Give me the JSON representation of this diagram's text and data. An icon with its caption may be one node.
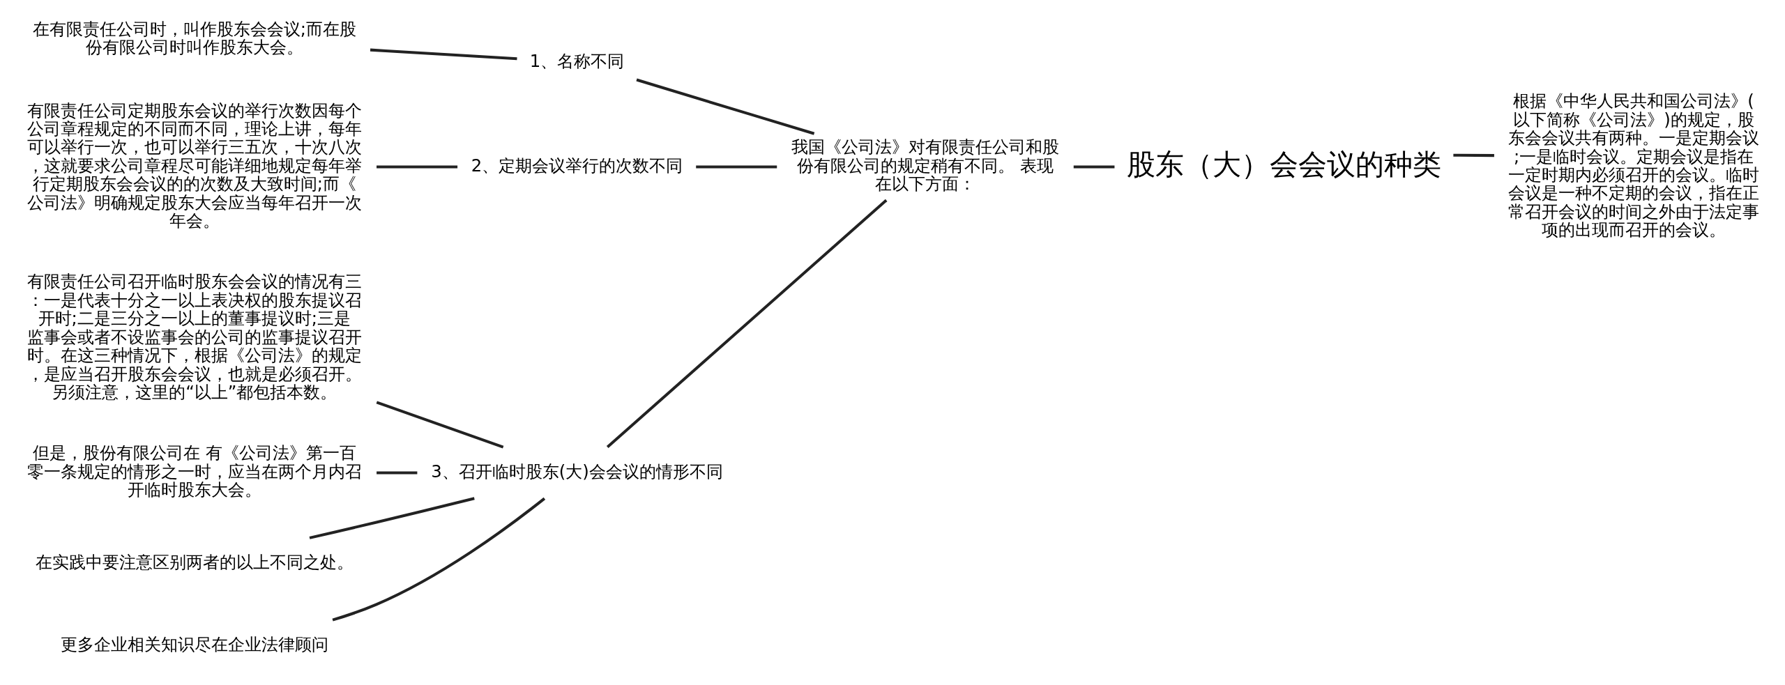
{
  "diagram": {
    "nodes": [
      {
        "text": [
          "股东（大）会会议的种类"
        ]
      },
      {
        "text": [
          "根据《中华人民共和国公司法》(以下简称《公司法》)的规定，股东会会议共有两种。一是定期会议;一是临时会议。定期会议是指在一定时期内必须召开的会议。临时会议是一种不定期的会议，指在正常召开会议的时间之外由于法定事项的出现而召开的会议。"
        ]
      },
      {
        "text": [
          "我国《公司法》对有限责任公司和股份有限公司的规定稍有不同。 表现在以下方面："
        ]
      },
      {
        "text": [
          "1、名称不同"
        ]
      },
      {
        "text": [
          "2、定期会议举行的次数不同"
        ]
      },
      {
        "text": [
          "3、召开临时股东(大)会会议的情形不同"
        ]
      },
      {
        "text": [
          "在有限责任公司时，叫作股东会会议;而在股份有限公司时叫作股东大会。"
        ]
      },
      {
        "text": [
          "有限责任公司定期股东会议的举行次数因每个公司章程规定的不同而不同，理论上讲，每年可以举行一次，也可以举行三五次，十次八次，这就要求公司章程尽可能详细地规定每年举行定期股东会会议的的次数及大致时间;而《公司法》明确规定股东大会应当每年召开一次年会。"
        ]
      },
      {
        "text": [
          "有限责任公司召开临时股东会会议的情况有三：一是代表十分之一以上表决权的股东提议召开时;二是三分之一以上的董事提议时;三是监事会或者不设监事会的公司的监事提议召开时。在这三种情况下，根据《公司法》的规定，是应当召开股东会会议，也就是必须召开。另须注意，这里的“以上”都包括本数。"
        ]
      },
      {
        "text": [
          "但是，股份有限公司在 有《公司法》第一百零一条规定的情形之一时，应当在两个月内召开临时股东大会。"
        ]
      },
      {
        "text": [
          "在实践中要注意区别两者的以上不同之处。"
        ]
      },
      {
        "text": [
          "更多企业相关知识尽在企业法律顾问"
        ]
      }
    ],
    "edges": [
      {
        "from": 0,
        "to": 1,
        "arrow": "none"
      },
      {
        "from": 0,
        "to": 2,
        "arrow": "none"
      },
      {
        "from": 2,
        "to": 3,
        "arrow": "none"
      },
      {
        "from": 2,
        "to": 4,
        "arrow": "none"
      },
      {
        "from": 2,
        "to": 5,
        "arrow": "none"
      },
      {
        "from": 3,
        "to": 6,
        "arrow": "none"
      },
      {
        "from": 4,
        "to": 7,
        "arrow": "none"
      },
      {
        "from": 5,
        "to": 8,
        "arrow": "none"
      },
      {
        "from": 5,
        "to": 9,
        "arrow": "none"
      },
      {
        "from": 5,
        "to": 10,
        "arrow": "none"
      },
      {
        "from": 5,
        "to": 11,
        "arrow": "none"
      }
    ]
  }
}
